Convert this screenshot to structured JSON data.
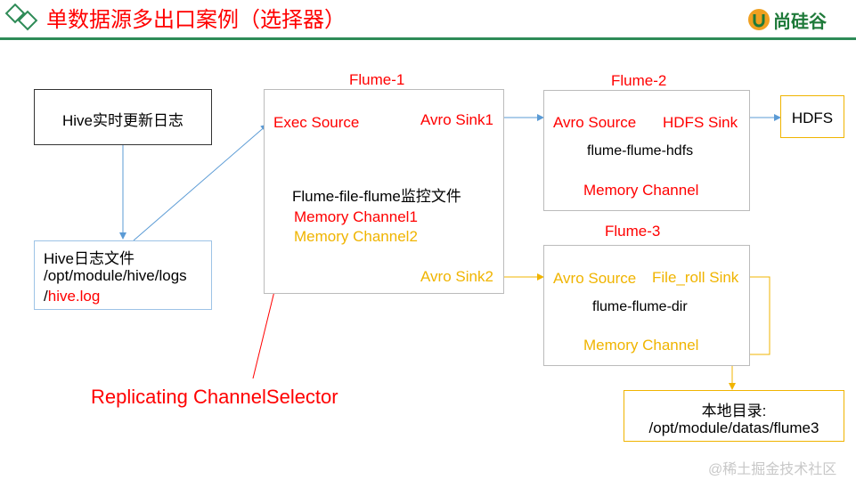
{
  "header": {
    "title": "单数据源多出口案例（选择器）",
    "logo_text": "尚硅谷",
    "logo_icon": "logo-icon"
  },
  "boxes": {
    "hive_source": "Hive实时更新日志",
    "hive_log_line1": "Hive日志文件",
    "hive_log_line2": "/opt/module/hive/logs",
    "hive_log_line3_prefix": "/",
    "hive_log_line3_highlight": "hive.log",
    "hdfs": "HDFS",
    "local_dir_line1": "本地目录:",
    "local_dir_line2": "/opt/module/datas/flume3"
  },
  "flume1": {
    "title": "Flume-1",
    "exec_source": "Exec Source",
    "avro_sink1": "Avro Sink1",
    "avro_sink2": "Avro Sink2",
    "name": "Flume-file-flume监控文件",
    "channel1": "Memory  Channel1",
    "channel2": "Memory  Channel2"
  },
  "flume2": {
    "title": "Flume-2",
    "avro_source": "Avro Source",
    "hdfs_sink": "HDFS Sink",
    "name": "flume-flume-hdfs",
    "channel": "Memory Channel"
  },
  "flume3": {
    "title": "Flume-3",
    "avro_source": "Avro Source",
    "file_roll_sink": "File_roll Sink",
    "name": "flume-flume-dir",
    "channel": "Memory Channel"
  },
  "annotation": {
    "selector": "Replicating ChannelSelector"
  },
  "watermark": {
    "text": "@稀土掘金技术社区"
  },
  "colors": {
    "red": "#ff0000",
    "gold": "#f0b400",
    "blue_arrow": "#5b9bd5",
    "green": "#2e8b57"
  }
}
